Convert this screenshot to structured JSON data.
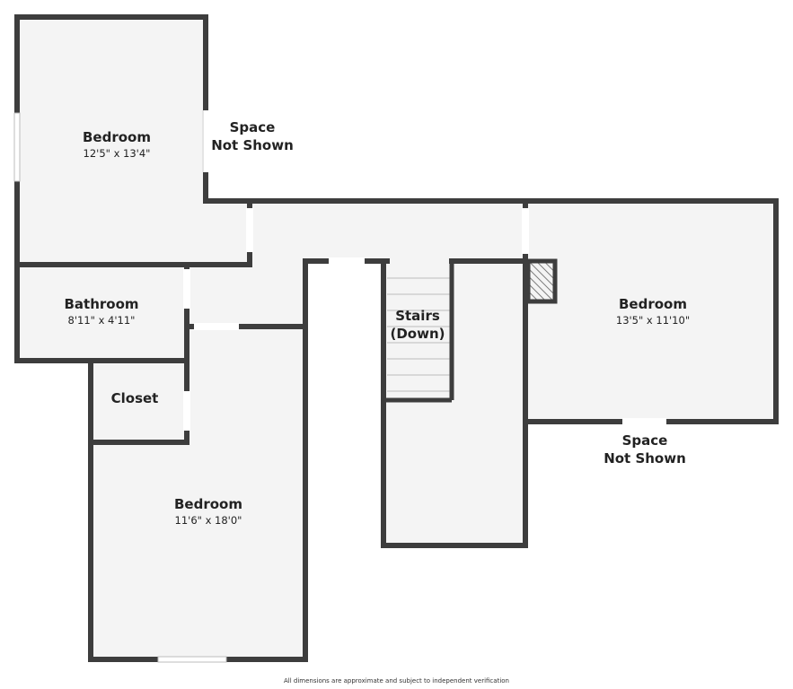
{
  "rooms": [
    {
      "name": "Bedroom",
      "dims": "12'5\" x 13'4\""
    },
    {
      "name": "Bathroom",
      "dims": "8'11\" x 4'11\""
    },
    {
      "name": "Closet"
    },
    {
      "name": "Bedroom",
      "dims": "11'6\" x 18'0\""
    },
    {
      "name": "Bedroom",
      "dims": "13'5\" x 11'10\""
    }
  ],
  "stairs": {
    "line1": "Stairs",
    "line2": "(Down)"
  },
  "space_top": {
    "line1": "Space",
    "line2": "Not Shown"
  },
  "space_bottom": {
    "line1": "Space",
    "line2": "Not Shown"
  },
  "disclaimer": "All dimensions are approximate and subject to independent verification"
}
